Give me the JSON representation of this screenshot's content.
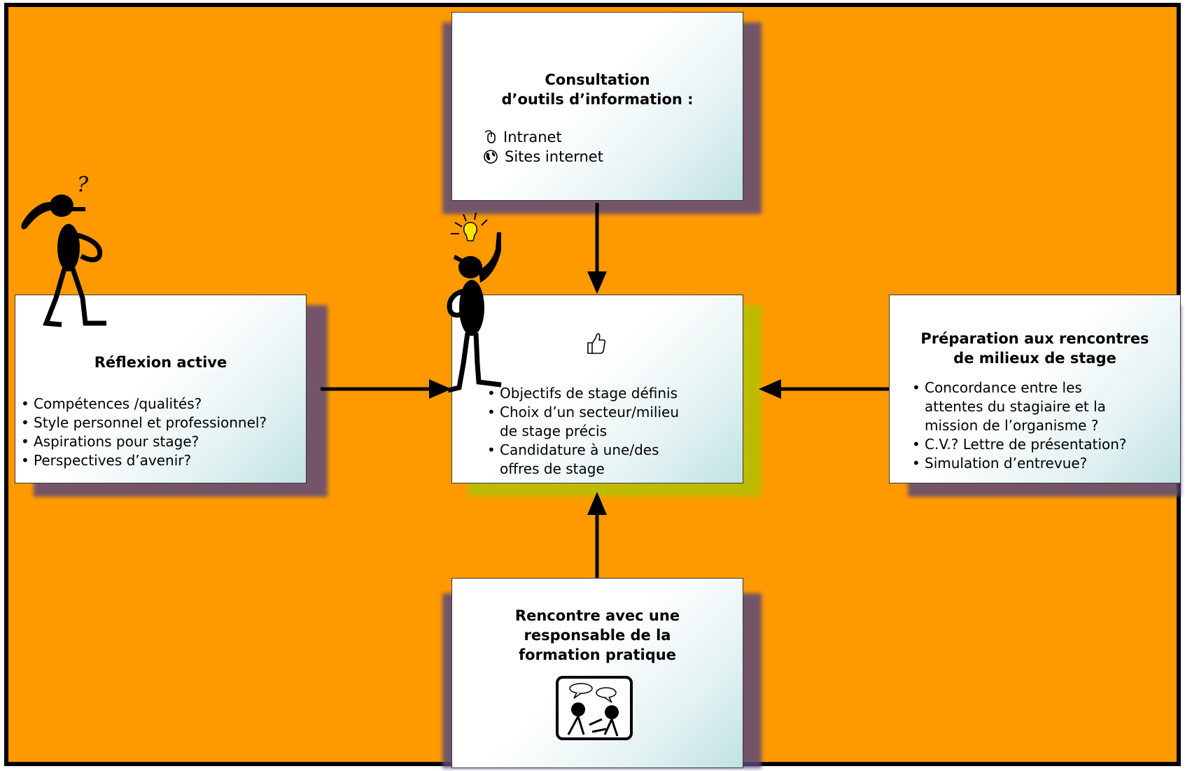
{
  "boxes": {
    "top": {
      "title_lines": [
        "Consultation",
        "d’outils d’information :"
      ],
      "items": [
        {
          "icon": "mouse-icon",
          "label": "Intranet"
        },
        {
          "icon": "globe-icon",
          "label": "Sites internet"
        }
      ]
    },
    "left": {
      "title": "Réflexion active",
      "bullets": [
        "Compétences /qualités?",
        "Style personnel et professionnel?",
        "Aspirations pour stage?",
        "Perspectives d’avenir?"
      ]
    },
    "center": {
      "icon": "thumbs-up-icon",
      "bullets": [
        {
          "lines": [
            "Objectifs de stage définis"
          ]
        },
        {
          "lines": [
            "Choix d’un secteur/milieu",
            "de stage précis"
          ]
        },
        {
          "lines": [
            "Candidature à une/des",
            "offres de stage"
          ]
        }
      ]
    },
    "right": {
      "title_lines": [
        "Préparation aux rencontres",
        "de milieux de stage"
      ],
      "bullets": [
        {
          "lines": [
            "Concordance entre les",
            "attentes du stagiaire et la",
            "mission de l’organisme ?"
          ]
        },
        {
          "lines": [
            "C.V.? Lettre de présentation?"
          ]
        },
        {
          "lines": [
            "Simulation d’entrevue?"
          ]
        }
      ]
    },
    "bottom": {
      "title_lines": [
        "Rencontre avec une",
        "responsable de la",
        "formation pratique"
      ],
      "icon": "conversation-icon"
    }
  },
  "figures": {
    "left": {
      "icon": "thinking-person-icon",
      "mark": "?"
    },
    "center": {
      "icon": "idea-person-icon"
    }
  },
  "colors": {
    "background": "#FE9900",
    "box_gradient_end": "#bfe2e4",
    "shadow": "#5b4a7a",
    "center_shadow": "#b4c000",
    "bulb": "#FFE600"
  }
}
